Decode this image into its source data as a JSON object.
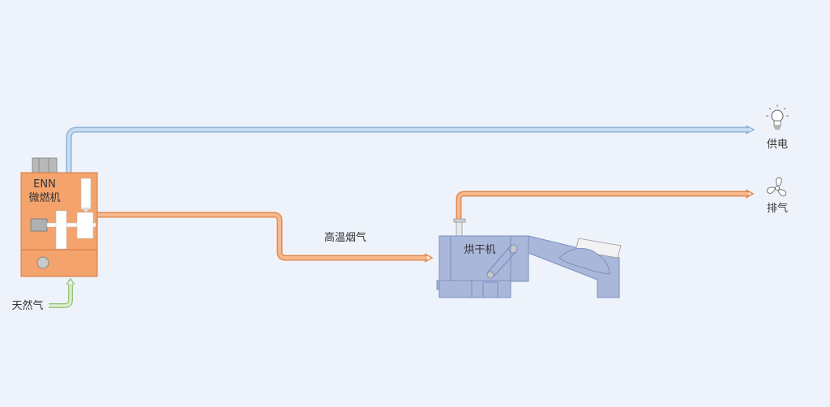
{
  "microturbine": {
    "brand": "ENN",
    "name": "微燃机",
    "body_color": "#f4a36d",
    "edge_color": "#d9773a"
  },
  "dryer": {
    "name": "烘干机",
    "body_color": "#a9b8da",
    "edge_color": "#7b8fbe"
  },
  "flows": {
    "electricity": {
      "color": "#c9dcf0",
      "edge": "#8fb2d6"
    },
    "flue_gas": {
      "label": "高温烟气",
      "color": "#f7b88c",
      "edge": "#e08a50"
    },
    "exhaust": {
      "color": "#f7b88c",
      "edge": "#e08a50"
    },
    "natural_gas": {
      "label": "天然气",
      "color": "#d9ecc9",
      "edge": "#94c27a"
    }
  },
  "outputs": {
    "power": {
      "label": "供电",
      "icon": "light-bulb-icon"
    },
    "exhaust": {
      "label": "排气",
      "icon": "fan-icon"
    }
  }
}
